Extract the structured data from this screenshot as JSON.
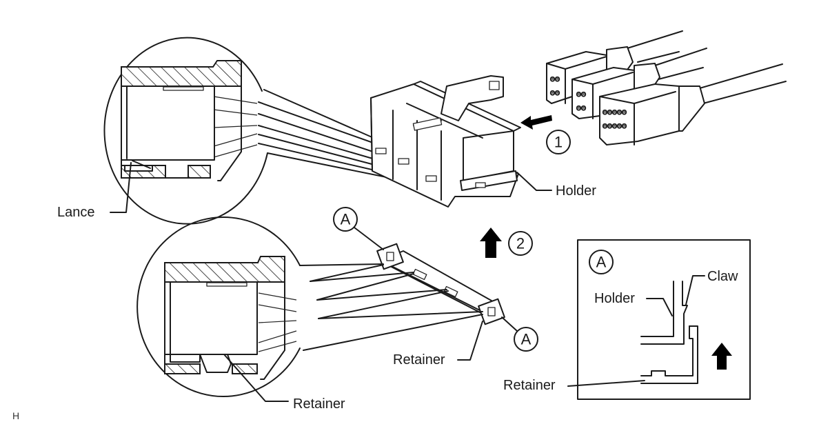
{
  "diagram": {
    "type": "connector-assembly-illustration",
    "labels": {
      "lance": "Lance",
      "holder": "Holder",
      "retainer_bottom_detail": "Retainer",
      "retainer_main": "Retainer",
      "detail_holder": "Holder",
      "detail_claw": "Claw",
      "detail_retainer": "Retainer"
    },
    "step_markers": {
      "step1": "1",
      "step2": "2"
    },
    "detail_markers": {
      "a_top": "A",
      "a_bottom": "A",
      "a_inset": "A"
    },
    "corner_mark": "H",
    "colors": {
      "line": "#1a1a1a",
      "background": "#ffffff"
    }
  }
}
